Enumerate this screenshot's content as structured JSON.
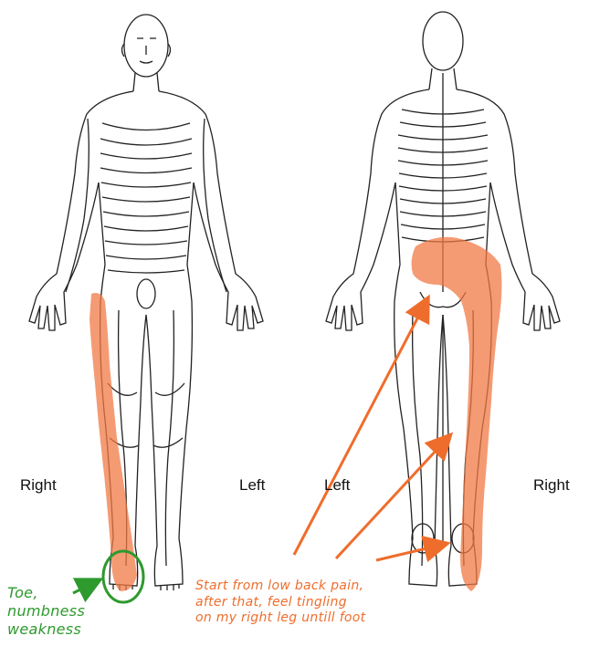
{
  "labels": {
    "front_right": "Right",
    "front_left": "Left",
    "back_left": "Left",
    "back_right": "Right"
  },
  "annotations": {
    "toe_note": [
      "Toe,",
      "numbness",
      "weakness"
    ],
    "pain_note": [
      "Start from low back pain,",
      "after that, feel tingling",
      "on my right leg untill foot"
    ]
  },
  "colors": {
    "pain_marking": "#f07a45",
    "annotation_orange": "#ef6d2c",
    "annotation_green": "#2e9a2e",
    "outline": "#222222"
  }
}
